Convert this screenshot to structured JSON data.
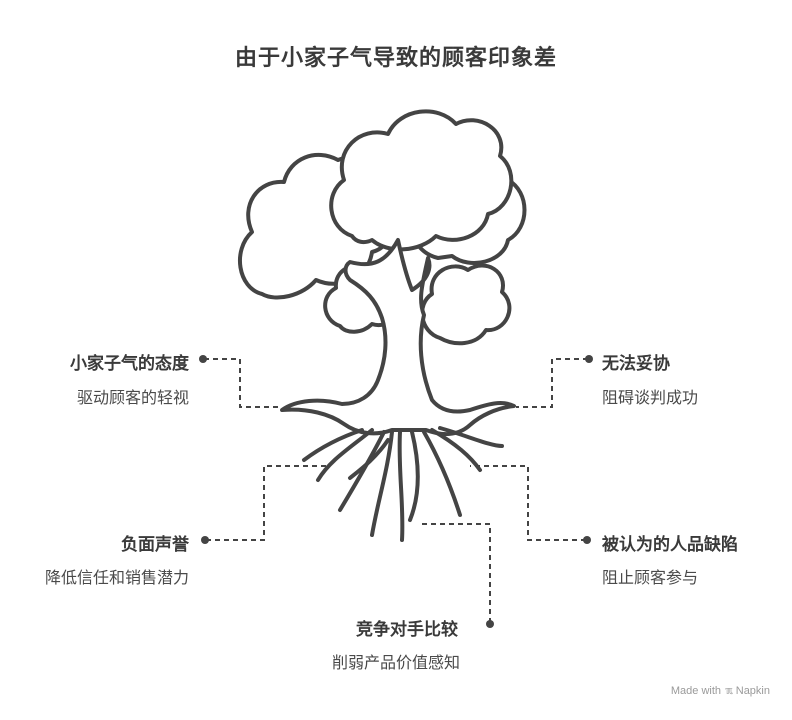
{
  "title": "由于小家子气导致的顾客印象差",
  "branches": [
    {
      "id": "left-top",
      "label": "小家子气的态度",
      "description": "驱动顾客的轻视"
    },
    {
      "id": "left-bottom",
      "label": "负面声誉",
      "description": "降低信任和销售潜力"
    },
    {
      "id": "bottom",
      "label": "竞争对手比较",
      "description": "削弱产品价值感知"
    },
    {
      "id": "right-top",
      "label": "无法妥协",
      "description": "阻碍谈判成功"
    },
    {
      "id": "right-bottom",
      "label": "被认为的人品缺陷",
      "description": "阻止顾客参与"
    }
  ],
  "brand": {
    "made_with": "Made with",
    "name": "Napkin"
  },
  "colors": {
    "stroke": "#444444",
    "text": "#3a3a3a",
    "muted": "#9a9a9a"
  }
}
